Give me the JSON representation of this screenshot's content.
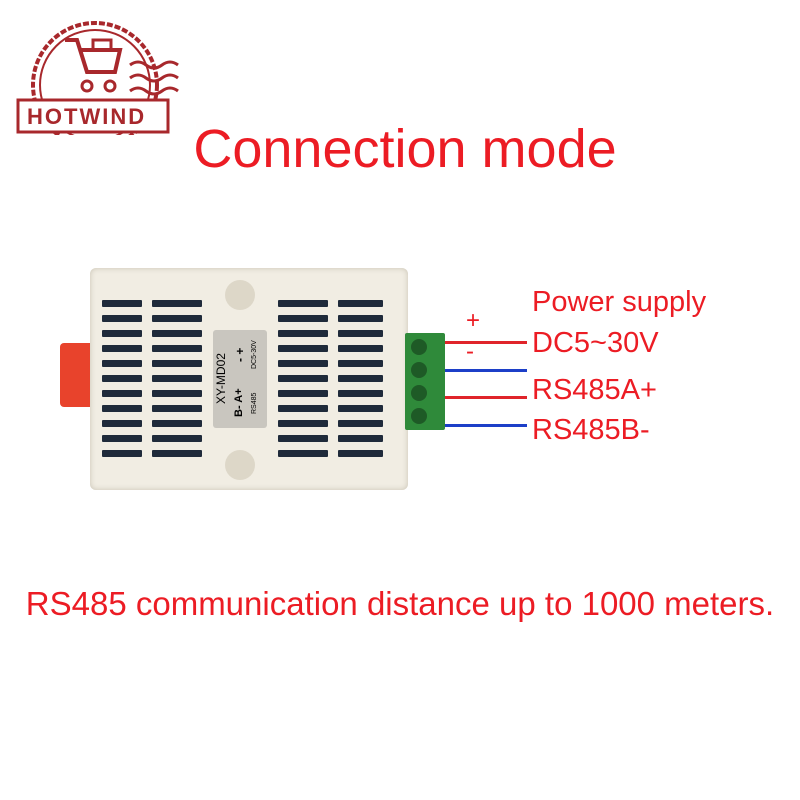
{
  "logo": {
    "text": "HOTWIND"
  },
  "title": "Connection mode",
  "device": {
    "model": "XY-MD02",
    "pins_left": "B- A+",
    "pins_left_sub": "RS485",
    "pins_right": "- +",
    "pins_right_sub": "DC5-30V"
  },
  "labels": {
    "power_supply": "Power supply",
    "plus": "+",
    "minus": "-",
    "dc": "DC5~30V",
    "rs485a": "RS485A+",
    "rs485b": "RS485B-"
  },
  "footer": "RS485 communication distance up to 1000 meters.",
  "colors": {
    "text": "#ec1c24",
    "red_wire": "#e0242a",
    "blue_wire": "#1c3fc8",
    "terminal": "#2f8a3a",
    "logo": "#a8282c"
  }
}
